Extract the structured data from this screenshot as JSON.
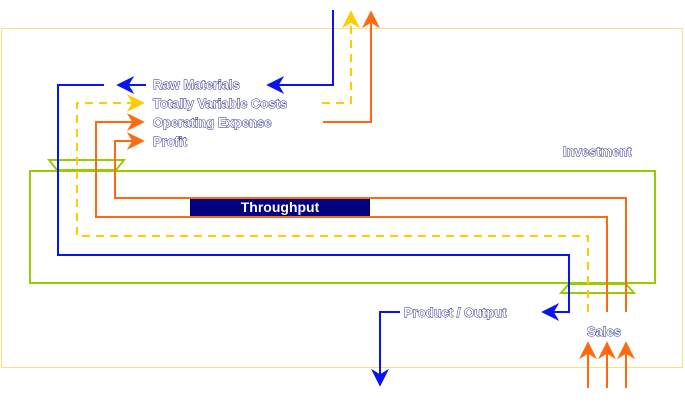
{
  "diagram": {
    "colors": {
      "raw_materials": "#0a14f0",
      "totally_variable_costs": "#ffcc00",
      "operating_expense": "#ff6a10",
      "profit": "#ff6a10",
      "investment": "#99cc00",
      "throughput_fill": "#000080",
      "frame": "#ffe080"
    },
    "labels": {
      "raw_materials": "Raw Materials",
      "totally_variable_costs": "Totally Variable Costs",
      "operating_expense": "Operating Expense",
      "profit": "Profit",
      "investment": "Investment",
      "throughput": "Throughput",
      "product_output": "Product / Output",
      "sales": "Sales"
    }
  }
}
